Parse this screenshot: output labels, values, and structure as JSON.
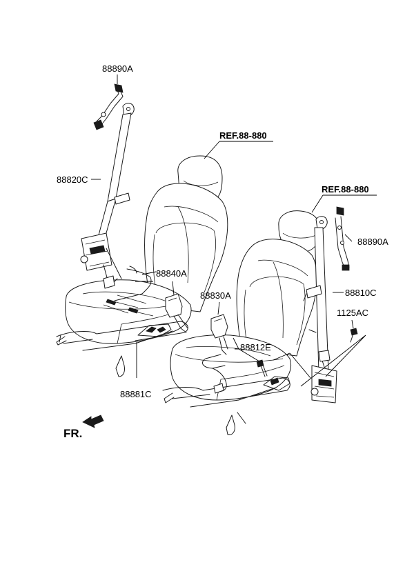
{
  "labels": {
    "part_88890A_left": "88890A",
    "part_88820C": "88820C",
    "part_88840A": "88840A",
    "part_88830A": "88830A",
    "part_88812E": "88812E",
    "part_88881C": "88881C",
    "part_88890A_right": "88890A",
    "part_88810C": "88810C",
    "part_1125AC": "1125AC",
    "ref_left": "REF.88-880",
    "ref_right": "REF.88-880",
    "front_marker": "FR."
  }
}
